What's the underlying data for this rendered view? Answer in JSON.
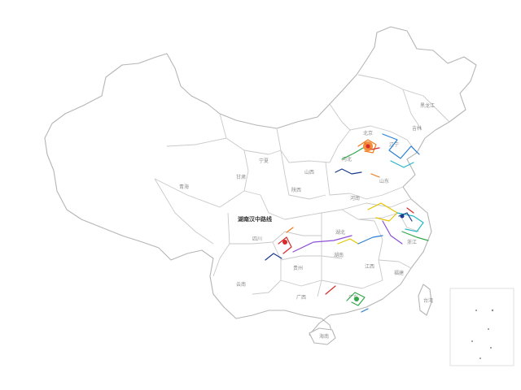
{
  "map": {
    "overlay_label": "湖南汉中路线",
    "province_labels": [
      {
        "id": "lbl-heilongjiang",
        "text": "黑龙江"
      },
      {
        "id": "lbl-jilin",
        "text": "吉林"
      },
      {
        "id": "lbl-liaoning",
        "text": "辽宁"
      },
      {
        "id": "lbl-beijing",
        "text": "北京"
      },
      {
        "id": "lbl-hebei",
        "text": "河北"
      },
      {
        "id": "lbl-shandong",
        "text": "山东"
      },
      {
        "id": "lbl-shanxi",
        "text": "山西"
      },
      {
        "id": "lbl-ningxia",
        "text": "宁夏"
      },
      {
        "id": "lbl-gansu",
        "text": "甘肃"
      },
      {
        "id": "lbl-shaanxi",
        "text": "陕西"
      },
      {
        "id": "lbl-henan",
        "text": "河南"
      },
      {
        "id": "lbl-qinghai",
        "text": "青海"
      },
      {
        "id": "lbl-sichuan",
        "text": "四川"
      },
      {
        "id": "lbl-hubei",
        "text": "湖北"
      },
      {
        "id": "lbl-hunan",
        "text": "湖南"
      },
      {
        "id": "lbl-guizhou",
        "text": "贵州"
      },
      {
        "id": "lbl-yunnan",
        "text": "云南"
      },
      {
        "id": "lbl-guangxi",
        "text": "广西"
      },
      {
        "id": "lbl-guangdong",
        "text": "广东"
      },
      {
        "id": "lbl-fujian",
        "text": "福建"
      },
      {
        "id": "lbl-jiangxi",
        "text": "江西"
      },
      {
        "id": "lbl-zhejiang",
        "text": "浙江"
      },
      {
        "id": "lbl-hainan",
        "text": "海南"
      },
      {
        "id": "lbl-taiwan",
        "text": "台湾"
      }
    ],
    "colors": {
      "border": "#b5b5b5",
      "province": "#c9c9c9",
      "route_blue": "#2a7fd4",
      "route_orange": "#f07a1a",
      "route_red": "#d62a2a",
      "route_green": "#33a84a",
      "route_yellow": "#e5c400",
      "route_purple": "#8a4fd6",
      "route_navy": "#1a3a8a",
      "route_cyan": "#27b7c9"
    }
  }
}
